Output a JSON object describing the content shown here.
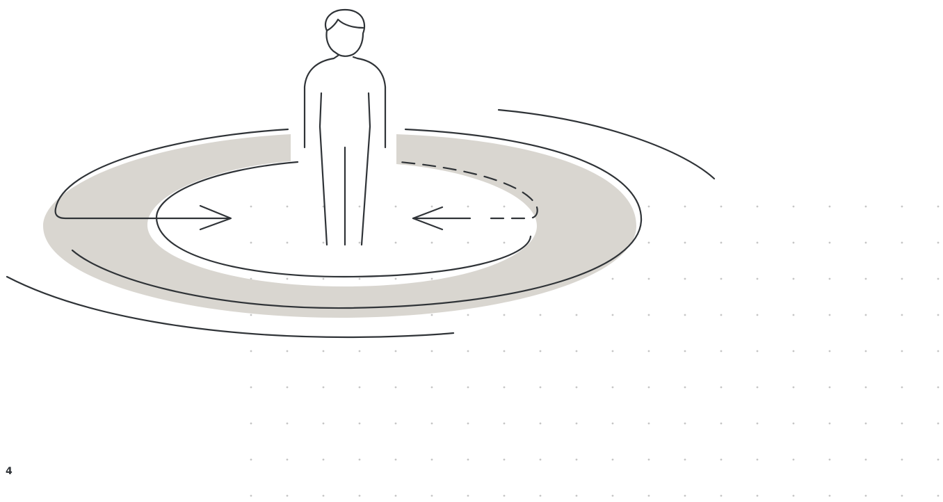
{
  "page": {
    "page_number": "4"
  },
  "illustration": {
    "subject": "person-standing-in-ring-icon",
    "decorations": [
      "dot-grid",
      "inward-arrow-left",
      "inward-arrow-right-dashed",
      "outer-swirl-lines"
    ]
  },
  "colors": {
    "background": "#ffffff",
    "line": "#2f3337",
    "ring_fill": "#d9d6d0",
    "dot": "#c6c6c6"
  }
}
